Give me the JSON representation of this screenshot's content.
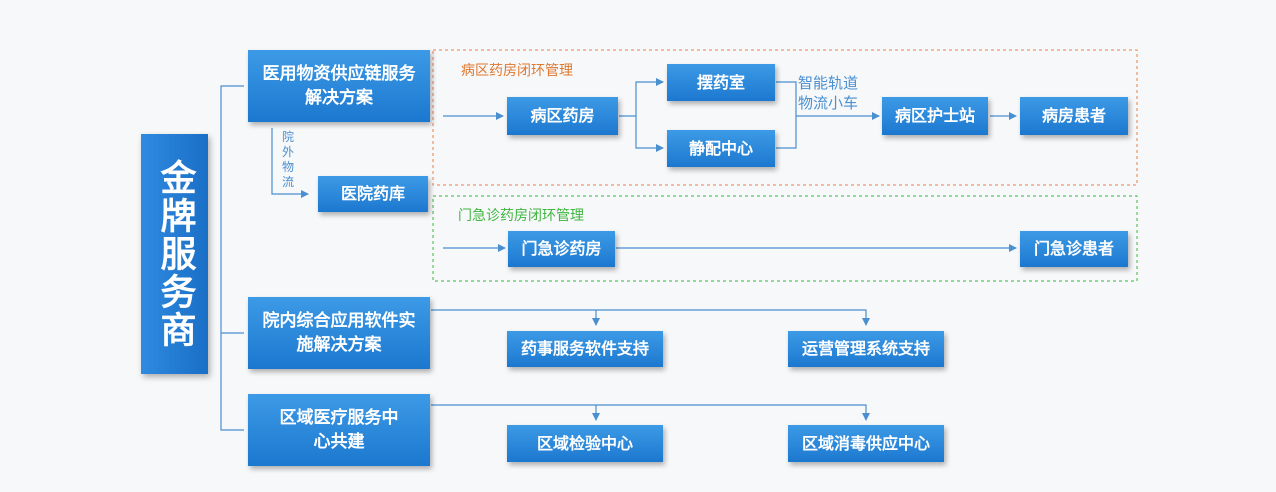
{
  "main_title": "金牌服务商",
  "categories": {
    "supply_chain": "医用物资供应链服务解决方案",
    "software": "院内综合应用软件实施解决方案",
    "regional": "区域医疗服务中心共建"
  },
  "logistics_label": "院外物流",
  "warehouse": "医院药库",
  "ward_group": {
    "title": "病区药房闭环管理",
    "pharmacy": "病区药房",
    "dispensing_room": "摆药室",
    "iv_center": "静配中心",
    "track_label": "智能轨道物流小车",
    "nurse_station": "病区护士站",
    "patient": "病房患者"
  },
  "outpatient_group": {
    "title": "门急诊药房闭环管理",
    "pharmacy": "门急诊药房",
    "patient": "门急诊患者"
  },
  "software_items": [
    "药事服务软件支持",
    "运营管理系统支持"
  ],
  "regional_items": [
    "区域检验中心",
    "区域消毒供应中心"
  ],
  "colors": {
    "box_blue": "#1c78cf",
    "line_blue": "#4a8fd0",
    "ward_border": "#f0956a",
    "ward_title": "#e0782e",
    "outpatient_border": "#5cc25c",
    "outpatient_title": "#3fb53f"
  }
}
